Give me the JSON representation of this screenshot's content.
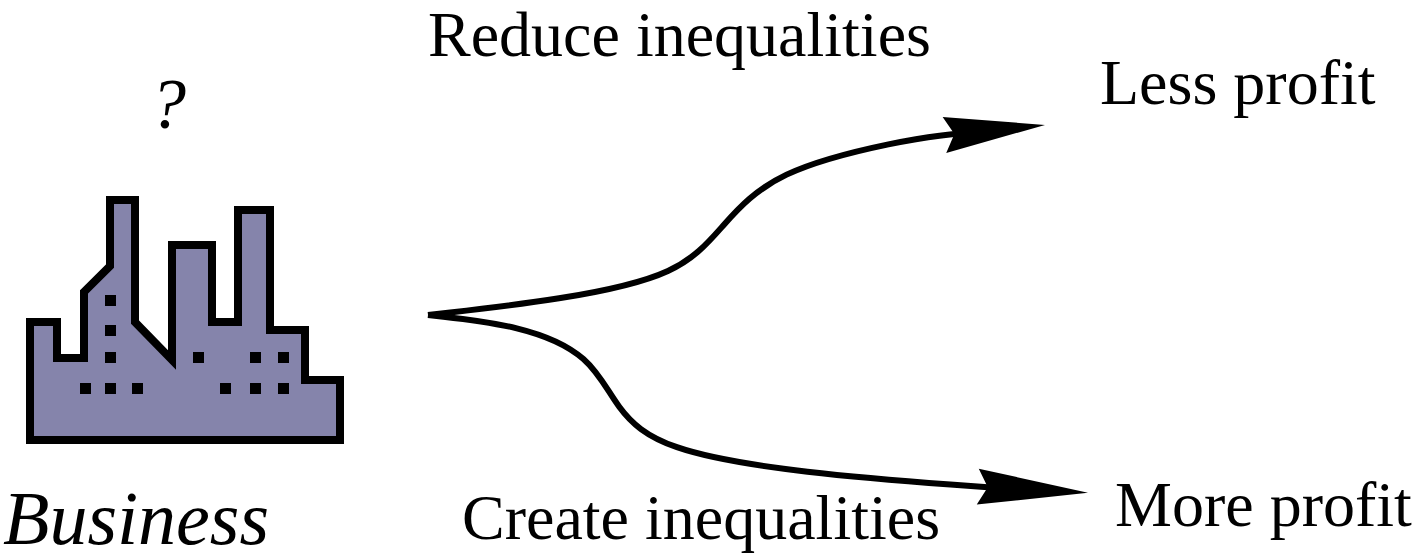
{
  "diagram": {
    "nodes": [
      {
        "text": [
          "?",
          "Business"
        ]
      },
      {
        "text": [
          "Less profit"
        ]
      },
      {
        "text": [
          "More profit"
        ]
      }
    ],
    "edges": [
      {
        "from": 0,
        "to": 1,
        "arrow": "to",
        "label": "Reduce inequalities"
      },
      {
        "from": 0,
        "to": 2,
        "arrow": "to",
        "label": "Create inequalities"
      }
    ]
  }
}
